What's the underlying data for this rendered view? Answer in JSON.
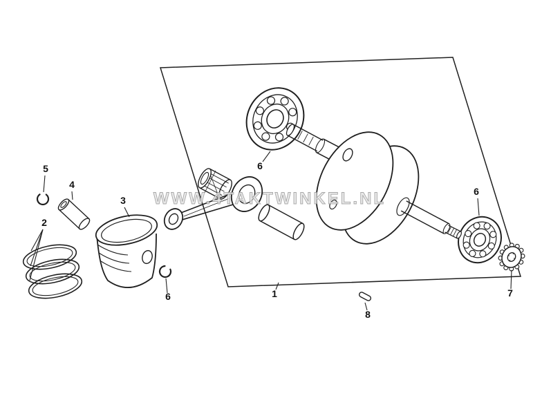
{
  "diagram": {
    "watermark": "WWW.4TAKTWINKEL.NL",
    "ink_color": "#1f1f1f",
    "watermark_color": "#9a9a9a",
    "labels": {
      "crankshaft": "1",
      "ring_set": "2",
      "piston": "3",
      "piston_pin": "4",
      "pin_clip": "5",
      "piston_clip": "6",
      "bearing_left": "6",
      "bearing_right": "6",
      "sprocket": "7",
      "key": "8"
    }
  }
}
